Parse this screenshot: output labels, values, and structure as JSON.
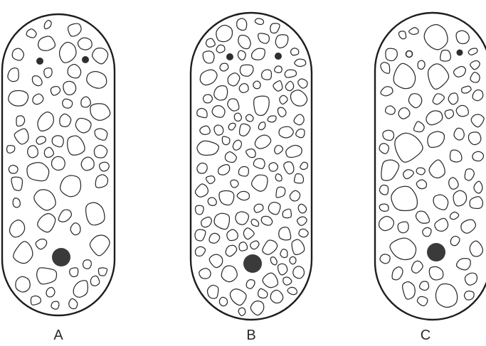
{
  "figure": {
    "panels": [
      {
        "id": "panel-a",
        "label": "A",
        "density": "sparse"
      },
      {
        "id": "panel-b",
        "label": "B",
        "density": "dense"
      },
      {
        "id": "panel-c",
        "label": "C",
        "density": "medium"
      }
    ],
    "colors": {
      "ink": "#1e1e1e",
      "background": "#ffffff",
      "nucleus": "#3a3a3a"
    }
  }
}
